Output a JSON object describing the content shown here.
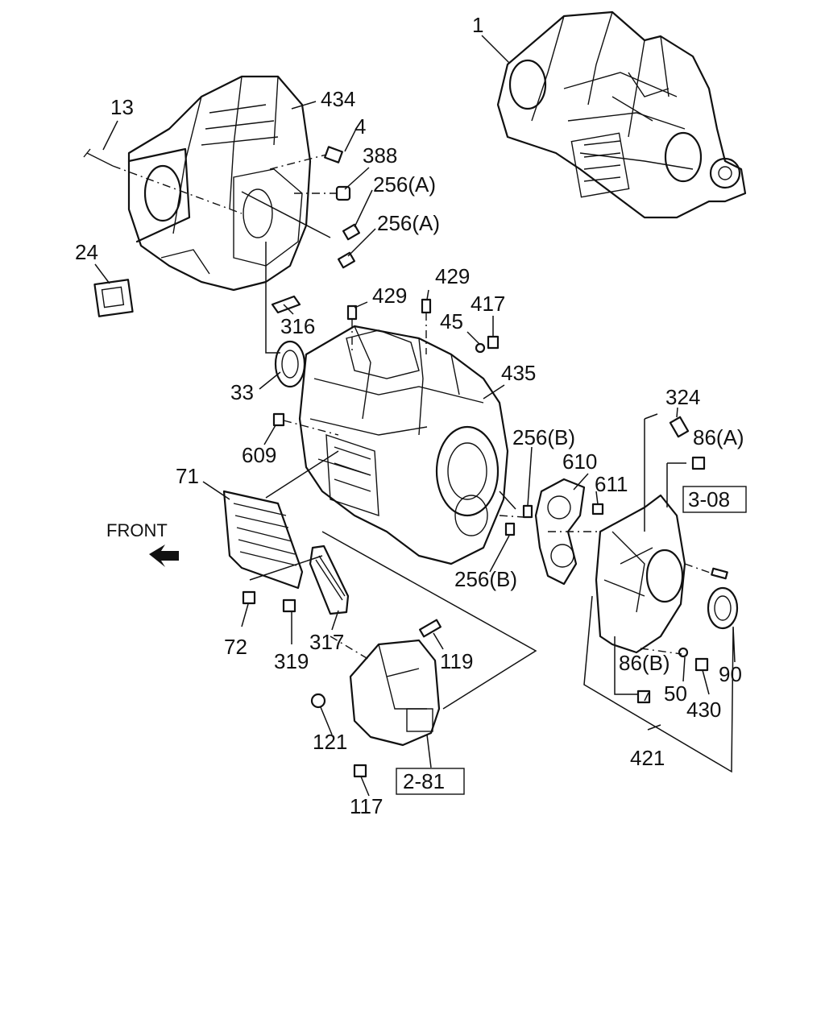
{
  "direction_label": "FRONT",
  "callouts": {
    "c1": "1",
    "c434": "434",
    "c13": "13",
    "c4": "4",
    "c388": "388",
    "c256a_1": "256(A)",
    "c256a_2": "256(A)",
    "c24": "24",
    "c429_1": "429",
    "c429_2": "429",
    "c316": "316",
    "c45": "45",
    "c417": "417",
    "c435": "435",
    "c33": "33",
    "c324": "324",
    "c609": "609",
    "c256b_1": "256(B)",
    "c86a": "86(A)",
    "c610": "610",
    "c71": "71",
    "c611": "611",
    "c256b_2": "256(B)",
    "c72": "72",
    "c319": "319",
    "c317": "317",
    "c119": "119",
    "c86b": "86(B)",
    "c90": "90",
    "c50": "50",
    "c430": "430",
    "c121": "121",
    "c421": "421",
    "c117": "117"
  },
  "references": {
    "r308": "3-08",
    "r281": "2-81"
  }
}
